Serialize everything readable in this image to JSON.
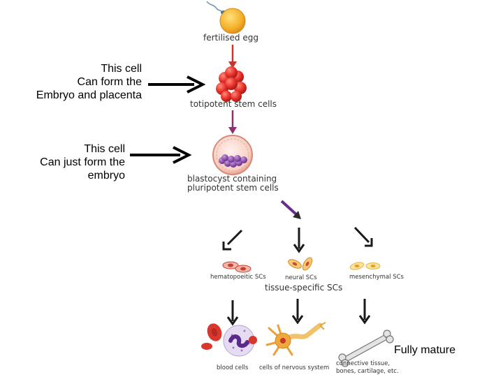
{
  "annotations": {
    "totipotent_note": [
      "This cell",
      "Can form the",
      "Embryo and placenta"
    ],
    "pluripotent_note": [
      "This cell",
      "Can just form the",
      "embryo"
    ],
    "mature_note": "Fully mature"
  },
  "stages": {
    "egg": "fertilised egg",
    "totipotent": "totipotent stem cells",
    "blastocyst_line1": "blastocyst containing",
    "blastocyst_line2": "pluripotent stem cells"
  },
  "tissue_scs": {
    "hematopoietic": "hematopoeitic SCs",
    "neural": "neural SCs",
    "mesenchymal": "mesenchymal SCs",
    "group_label": "tissue-specific SCs"
  },
  "mature_cells": {
    "blood": "blood cells",
    "nervous": "cells of nervous system",
    "connective_line1": "connective tissue,",
    "connective_line2": "bones, cartilage, etc."
  },
  "colors": {
    "egg": "#f5b12a",
    "totipotent": "#e8302a",
    "blastocyst_wall": "#f2b8a8",
    "blastocyst_inner": "#7b3fa0",
    "arrow_purple": "#6b2d8a",
    "arrow_dark": "#2b2b2b"
  }
}
